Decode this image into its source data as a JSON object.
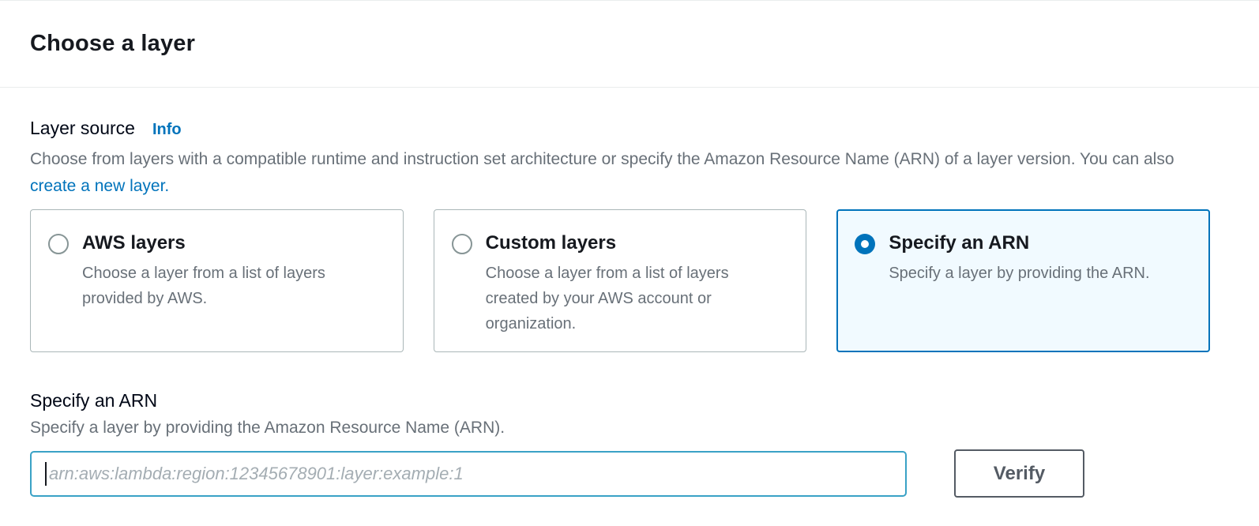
{
  "header": {
    "title": "Choose a layer"
  },
  "layer_source": {
    "label": "Layer source",
    "info_label": "Info",
    "description_before_link": "Choose from layers with a compatible runtime and instruction set architecture or specify the Amazon Resource Name (ARN) of a layer version. You can also ",
    "link_label": "create a new layer.",
    "options": [
      {
        "title": "AWS layers",
        "description": "Choose a layer from a list of layers provided by AWS.",
        "selected": false
      },
      {
        "title": "Custom layers",
        "description": "Choose a layer from a list of layers created by your AWS account or organization.",
        "selected": false
      },
      {
        "title": "Specify an ARN",
        "description": "Specify a layer by providing the ARN.",
        "selected": true
      }
    ]
  },
  "arn_section": {
    "label": "Specify an ARN",
    "description": "Specify a layer by providing the Amazon Resource Name (ARN).",
    "input_value": "",
    "input_placeholder": "arn:aws:lambda:region:12345678901:layer:example:1",
    "verify_button_label": "Verify"
  },
  "colors": {
    "link_blue": "#0073bb",
    "selected_border": "#0073bb",
    "selected_background": "#f1faff",
    "input_focus_border": "#3aa2c6",
    "text_dark": "#16191f",
    "text_gray": "#687078",
    "card_border": "#aab7b8",
    "button_border": "#545b64",
    "divider": "#eaeded"
  }
}
